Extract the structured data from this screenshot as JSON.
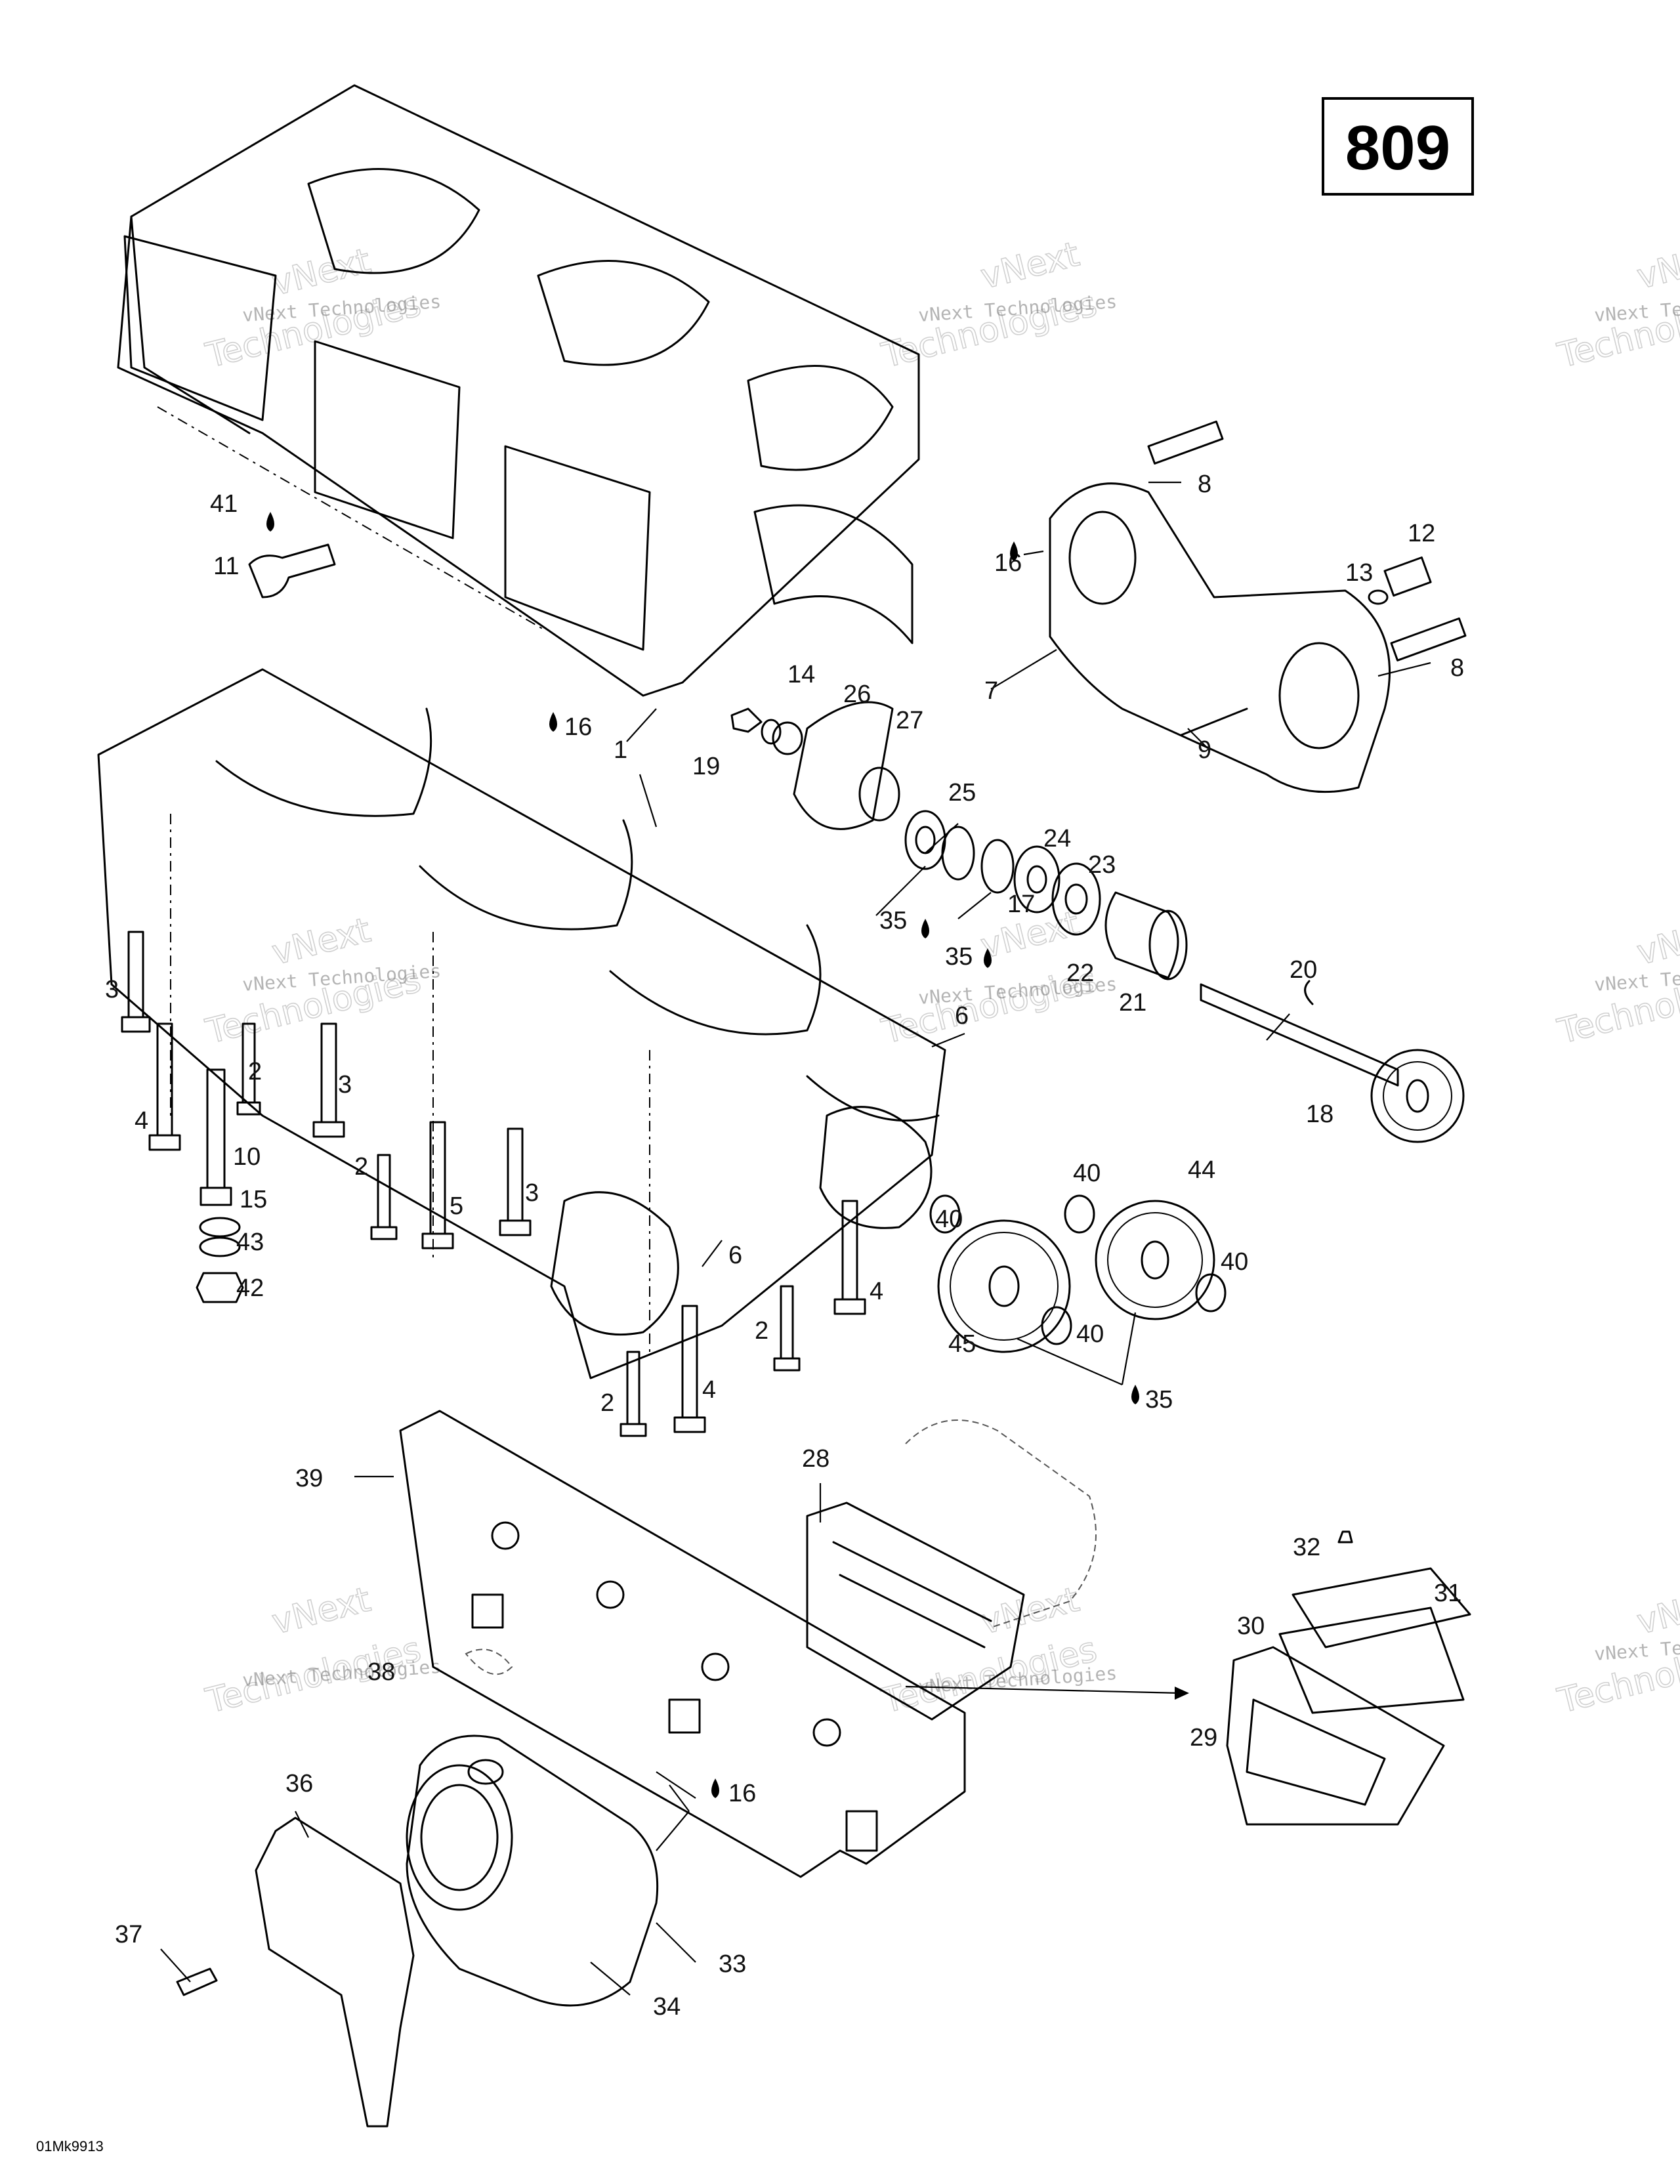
{
  "page_number": "809",
  "figure_code": "01Mk9913",
  "watermark": {
    "line1": "vNext Technologies",
    "line2": "vNext",
    "line3": "Technologies"
  },
  "callouts": {
    "c1": "1",
    "c2": "2",
    "c3": "3",
    "c4": "4",
    "c5": "5",
    "c6": "6",
    "c7": "7",
    "c8": "8",
    "c9": "9",
    "c10": "10",
    "c11": "11",
    "c12": "12",
    "c13": "13",
    "c14": "14",
    "c15": "15",
    "c16": "16",
    "c17": "17",
    "c18": "18",
    "c19": "19",
    "c20": "20",
    "c21": "21",
    "c22": "22",
    "c23": "23",
    "c24": "24",
    "c25": "25",
    "c26": "26",
    "c27": "27",
    "c28": "28",
    "c29": "29",
    "c30": "30",
    "c31": "31",
    "c32": "32",
    "c33": "33",
    "c34": "34",
    "c35": "35",
    "c36": "36",
    "c37": "37",
    "c38": "38",
    "c39": "39",
    "c40": "40",
    "c41": "41",
    "c42": "42",
    "c43": "43",
    "c44": "44",
    "c45": "45"
  }
}
